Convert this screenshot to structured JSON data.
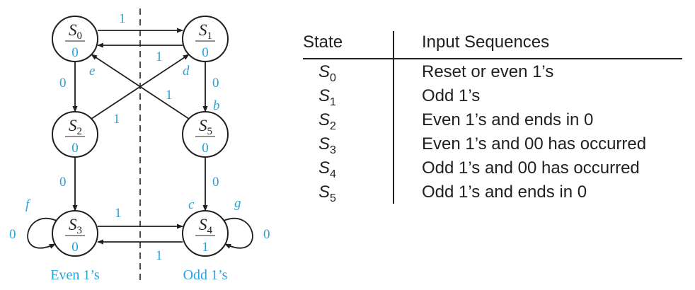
{
  "states": [
    {
      "id": "S0",
      "name": "S",
      "sub": "0",
      "output": "0"
    },
    {
      "id": "S1",
      "name": "S",
      "sub": "1",
      "output": "0"
    },
    {
      "id": "S2",
      "name": "S",
      "sub": "2",
      "output": "0"
    },
    {
      "id": "S5",
      "name": "S",
      "sub": "5",
      "output": "0"
    },
    {
      "id": "S3",
      "name": "S",
      "sub": "3",
      "output": "0"
    },
    {
      "id": "S4",
      "name": "S",
      "sub": "4",
      "output": "1"
    }
  ],
  "transitions": {
    "s0_to_s1": "1",
    "s1_to_s0": "1",
    "s0_to_s2": "0",
    "s1_to_s5": "0",
    "s2_to_s1": "1",
    "s5_to_s0": "1",
    "s2_to_s3": "0",
    "s5_to_s4": "0",
    "s3_to_s4": "1",
    "s4_to_s3": "1",
    "s3_self": "0",
    "s4_self": "0"
  },
  "arc_letters": {
    "b": "b",
    "c": "c",
    "d": "d",
    "e": "e",
    "f": "f",
    "g": "g"
  },
  "region_labels": {
    "left": "Even 1’s",
    "right": "Odd 1’s"
  },
  "table": {
    "header_state": "State",
    "header_sequences": "Input Sequences",
    "rows": [
      {
        "state": "S",
        "sub": "0",
        "sequence": "Reset or even 1’s"
      },
      {
        "state": "S",
        "sub": "1",
        "sequence": "Odd 1’s"
      },
      {
        "state": "S",
        "sub": "2",
        "sequence": "Even 1’s and ends in 0"
      },
      {
        "state": "S",
        "sub": "3",
        "sequence": "Even 1’s and 00 has occurred"
      },
      {
        "state": "S",
        "sub": "4",
        "sequence": "Odd 1’s and 00 has occurred"
      },
      {
        "state": "S",
        "sub": "5",
        "sequence": "Odd 1’s and ends in 0"
      }
    ]
  },
  "colors": {
    "accent": "#29a3dc",
    "ink": "#231f20"
  }
}
